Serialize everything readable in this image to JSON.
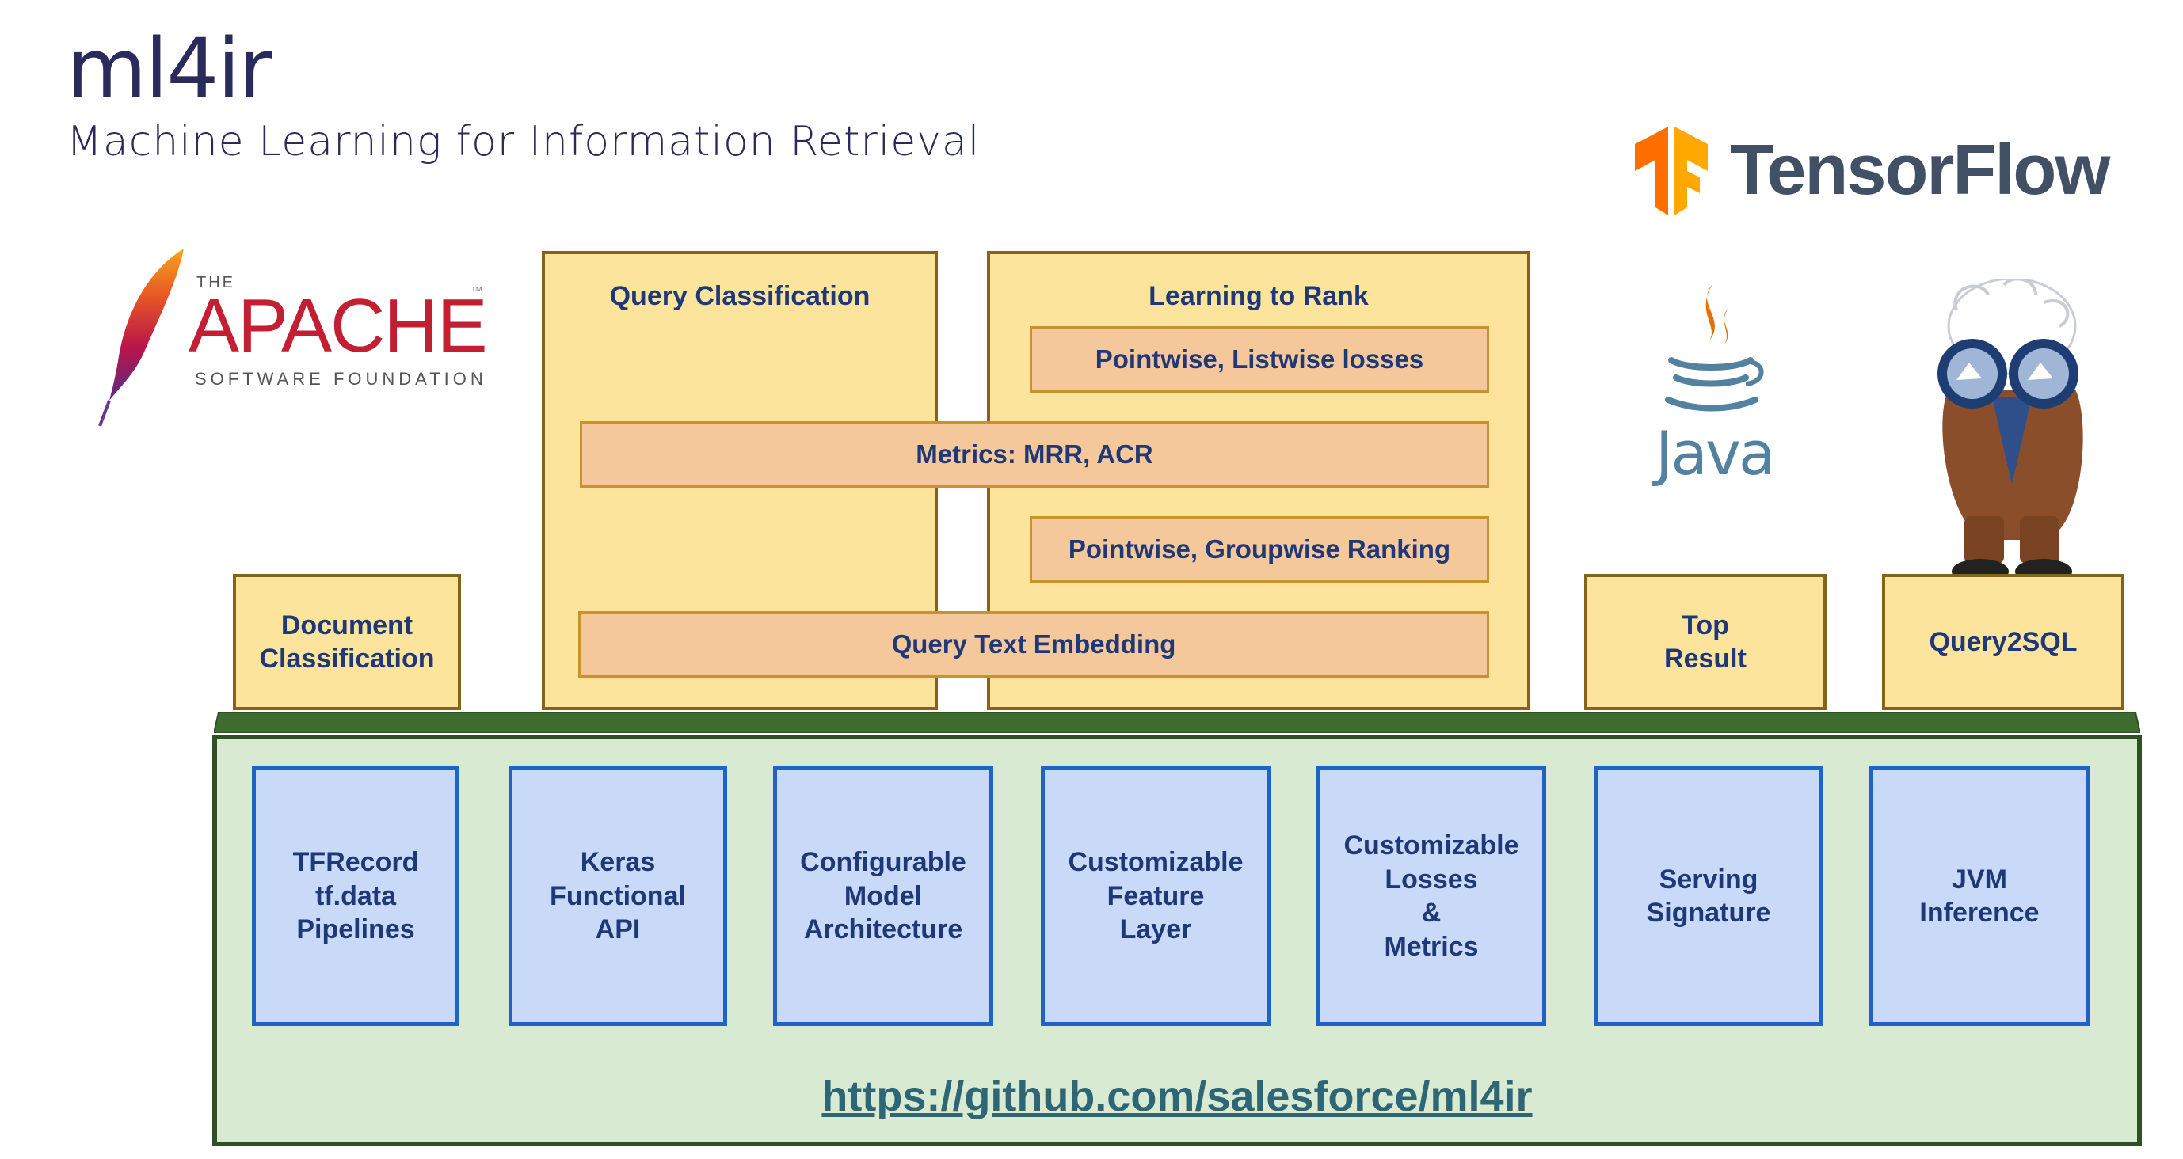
{
  "header": {
    "title": "ml4ir",
    "subtitle": "Machine Learning for Information Retrieval"
  },
  "logos": {
    "apache": {
      "the": "THE",
      "name": "APACHE",
      "tagline": "SOFTWARE FOUNDATION",
      "tm": "™"
    },
    "tensorflow": {
      "name": "TensorFlow"
    },
    "java": {
      "name": "Java"
    }
  },
  "applications": {
    "document_classification": [
      "Document",
      "Classification"
    ],
    "query_classification": "Query Classification",
    "learning_to_rank": "Learning to Rank",
    "top_result": [
      "Top",
      "Result"
    ],
    "query2sql": "Query2SQL"
  },
  "components": {
    "pointwise_listwise_losses": "Pointwise, Listwise losses",
    "metrics": "Metrics: MRR, ACR",
    "pointwise_groupwise_ranking": "Pointwise, Groupwise Ranking",
    "query_text_embedding": "Query Text Embedding"
  },
  "features": [
    [
      "TFRecord",
      "tf.data",
      "Pipelines"
    ],
    [
      "Keras",
      "Functional",
      "API"
    ],
    [
      "Configurable",
      "Model",
      "Architecture"
    ],
    [
      "Customizable",
      "Feature",
      "Layer"
    ],
    [
      "Customizable",
      "Losses",
      "&",
      "Metrics"
    ],
    [
      "Serving",
      "Signature"
    ],
    [
      "JVM",
      "Inference"
    ]
  ],
  "footer": {
    "url": "https://github.com/salesforce/ml4ir"
  },
  "colors": {
    "title": "#2a2a5c",
    "app_fill": "#fde49d",
    "app_border": "#85631b",
    "bar_fill": "#f5c89b",
    "bar_border": "#c9922b",
    "platform_fill": "#d9ead3",
    "platform_border": "#2f5023",
    "feature_fill": "#c9daf8",
    "feature_border": "#1e63c8",
    "label_text": "#1f3877",
    "url_text": "#2e6675",
    "tensorflow_orange": "#ff8f00",
    "apache_red": "#c22032",
    "java_blue": "#5382a1",
    "java_orange": "#e76f00"
  },
  "icons": [
    "apache-feather-icon",
    "tensorflow-logo-icon",
    "java-cup-icon",
    "astro-mascot-icon"
  ]
}
